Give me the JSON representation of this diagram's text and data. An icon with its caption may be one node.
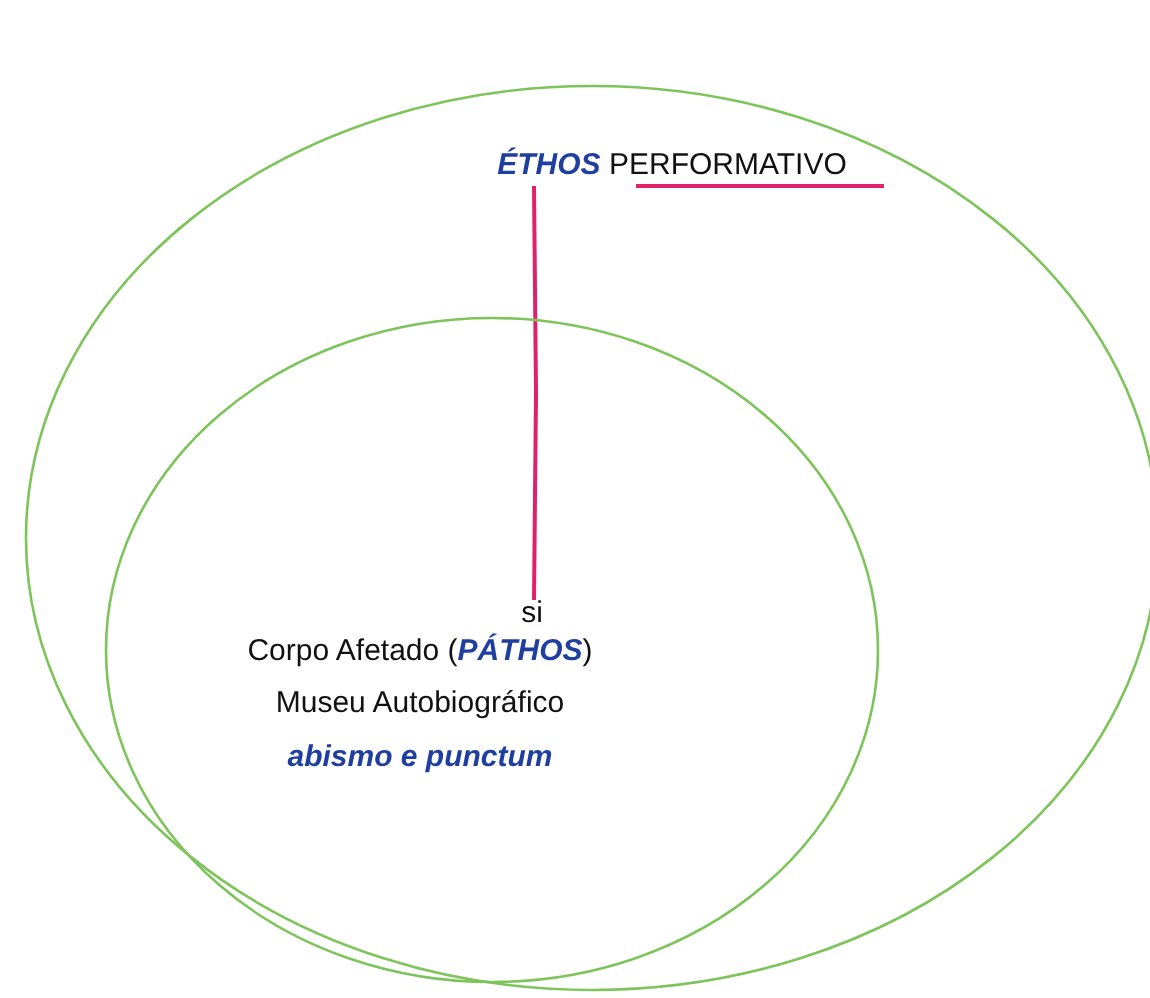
{
  "diagram": {
    "nodes": [
      {
        "text": [
          "**ÉTHOS** PERFORMATIVO"
        ]
      },
      {
        "text": [
          "si",
          "Corpo Afetado (**PÁTHOS**)",
          "Museu Autobiográfico",
          "abismo e punctum"
        ],
        "in": 0
      }
    ],
    "edges": [
      {
        "from": 0,
        "to": 1,
        "arrow": "none",
        "color": "#e0206a"
      }
    ]
  }
}
